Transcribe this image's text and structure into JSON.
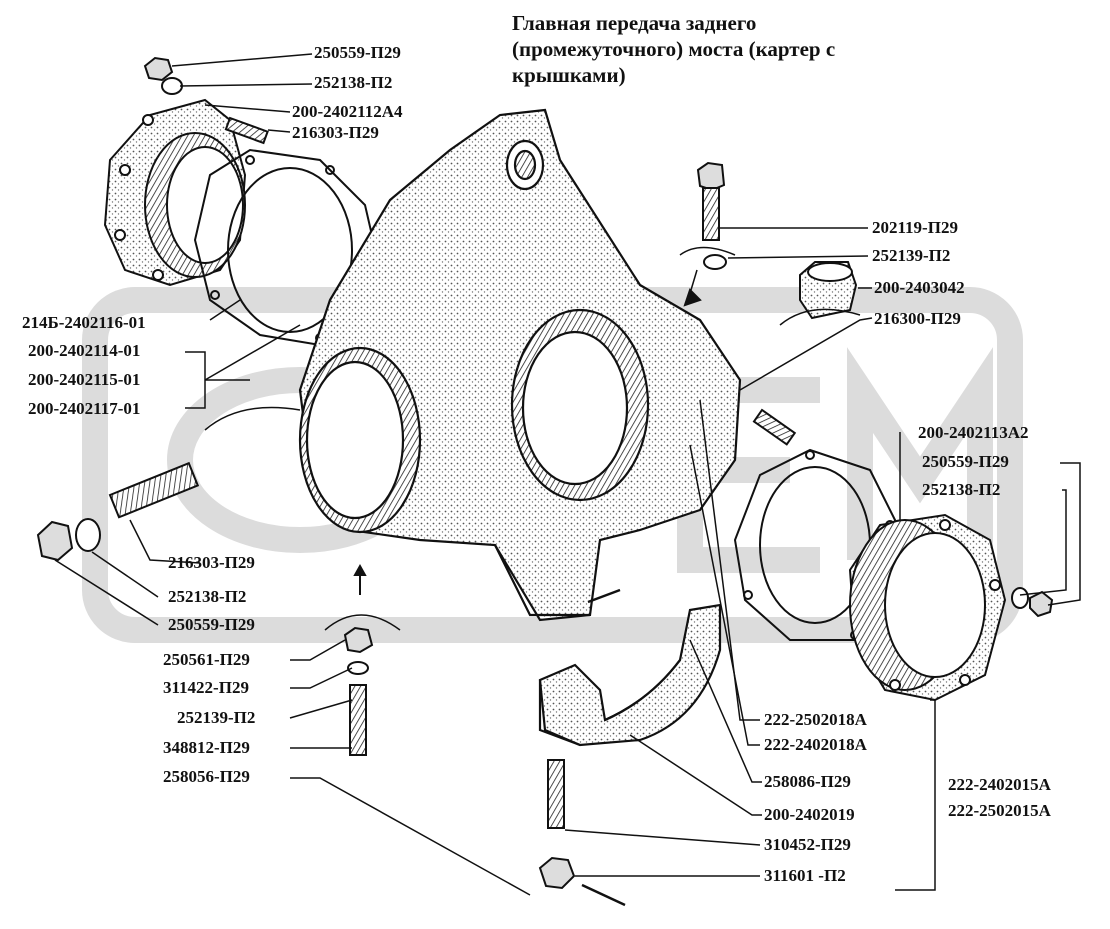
{
  "title": {
    "line1": "Главная передача заднего",
    "line2": "(промежуточного) моста (картер с",
    "line3": "крышками)"
  },
  "parts": {
    "p01": "250559-П29",
    "p02": "252138-П2",
    "p03": "200-2402112А4",
    "p04": "216303-П29",
    "p05": "202119-П29",
    "p06": "252139-П2",
    "p07": "200-2403042",
    "p08": "216300-П29",
    "p09": "214Б-2402116-01",
    "p10": "200-2402114-01",
    "p11": "200-2402115-01",
    "p12": "200-2402117-01",
    "p13": "200-2402113А2",
    "p14": "250559-П29",
    "p15": "252138-П2",
    "p16": "216303-П29",
    "p17": "252138-П2",
    "p18": "250559-П29",
    "p19": "250561-П29",
    "p20": "311422-П29",
    "p21": "252139-П2",
    "p22": "348812-П29",
    "p23": "258056-П29",
    "p24": "222-2502018А",
    "p25": "222-2402018А",
    "p26": "258086-П29",
    "p27": "200-2402019",
    "p28": "310452-П29",
    "p29": "311601 -П2",
    "p30": "222-2402015А",
    "p31": "222-2502015А"
  },
  "colors": {
    "ink": "#111111",
    "watermark": "#d9d9d9",
    "shade": "#bdbdbd"
  }
}
